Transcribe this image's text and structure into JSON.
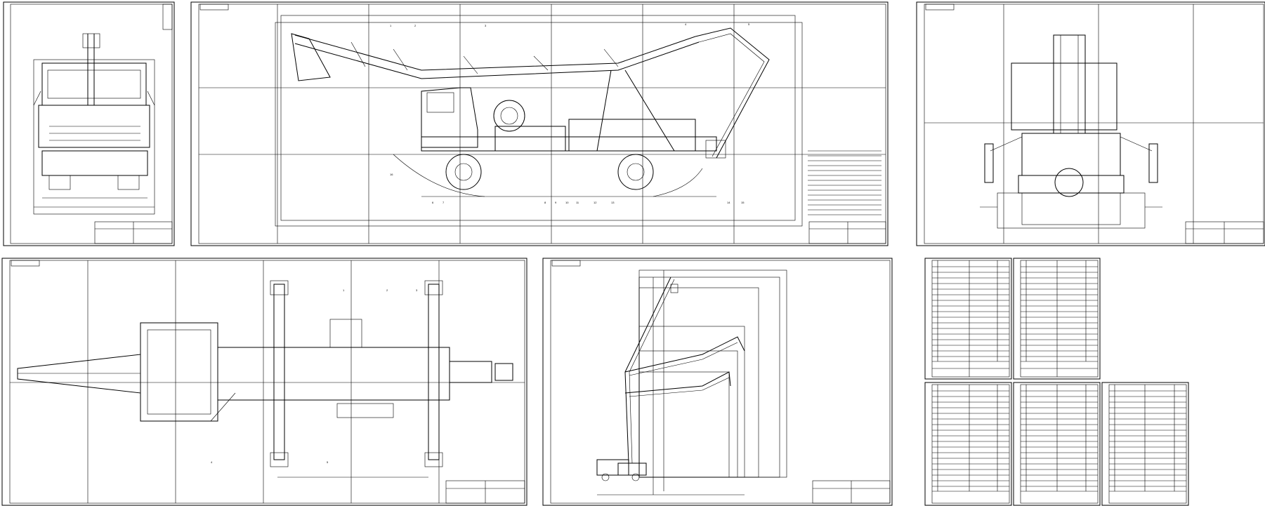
{
  "sheets": [
    {
      "id": "front-view",
      "tag": "",
      "stamp": ""
    },
    {
      "id": "side-view",
      "tag": "",
      "stamp": ""
    },
    {
      "id": "rear-view",
      "tag": "",
      "stamp": ""
    },
    {
      "id": "top-view",
      "tag": "",
      "stamp": ""
    },
    {
      "id": "working-zones",
      "tag": "",
      "stamp": ""
    },
    {
      "id": "spec-1",
      "stamp": ""
    },
    {
      "id": "spec-2",
      "stamp": ""
    },
    {
      "id": "spec-3",
      "stamp": ""
    },
    {
      "id": "spec-4",
      "stamp": ""
    },
    {
      "id": "spec-5",
      "stamp": ""
    }
  ],
  "side_view_leaders": [
    "1",
    "2",
    "3",
    "4",
    "5",
    "6",
    "7",
    "8",
    "9",
    "10",
    "11",
    "12",
    "13",
    "14",
    "15",
    "16"
  ],
  "top_view_leaders": [
    "1",
    "2",
    "3",
    "4",
    "5"
  ]
}
